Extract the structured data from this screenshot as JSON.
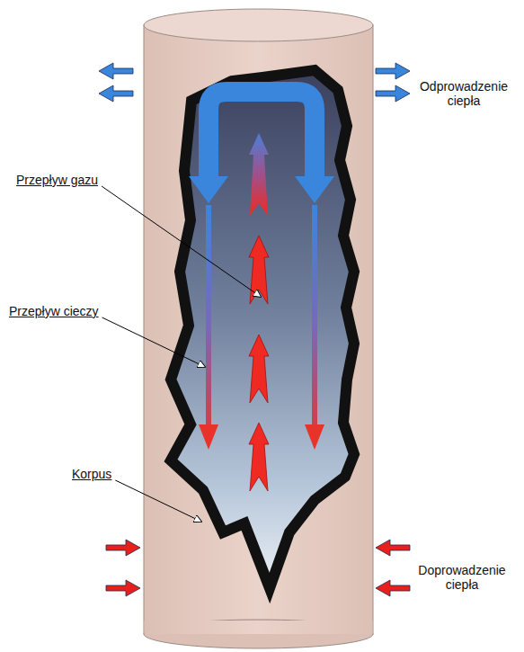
{
  "diagram": {
    "labels": [
      "Odprowadzenie ciepła",
      "Przepływ gazu",
      "Przepływ cieczy",
      "Korpus",
      "Doprowadzenie ciepła"
    ]
  }
}
